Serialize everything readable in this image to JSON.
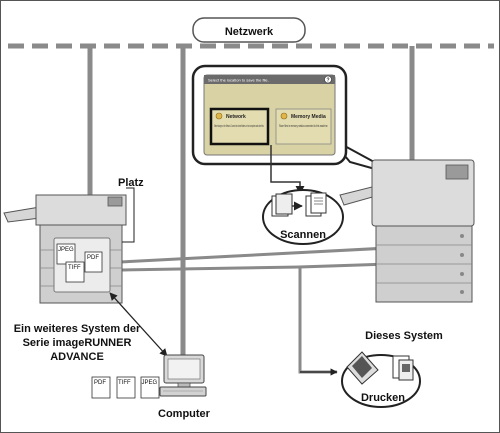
{
  "network_label": "Netzwerk",
  "place_label": "Platz",
  "scan_label": "Scannen",
  "print_label": "Drucken",
  "this_system_label": "Dieses System",
  "computer_label": "Computer",
  "other_system_label": {
    "line1": "Ein weiteres System der",
    "line2": "Serie imageRUNNER",
    "line3": "ADVANCE"
  },
  "file_formats_left": [
    "JPEG",
    "PDF",
    "TIFF"
  ],
  "file_formats_computer": [
    "PDF",
    "TIFF",
    "JPEG"
  ],
  "screen": {
    "title": "Select the location to save the file.",
    "help": "?",
    "btn_network": "Network",
    "btn_network_desc": "Select storage on the Network. Connect to shared folders on host computers and store files.",
    "btn_memory": "Memory Media",
    "btn_memory_desc": "Store files in memory media connected to this machine."
  },
  "colors": {
    "network_line": "#8a8a8a",
    "screen_bg": "#d8d2a4",
    "accent": "#e0b64a",
    "machine_gray": "#cfcfcf"
  }
}
